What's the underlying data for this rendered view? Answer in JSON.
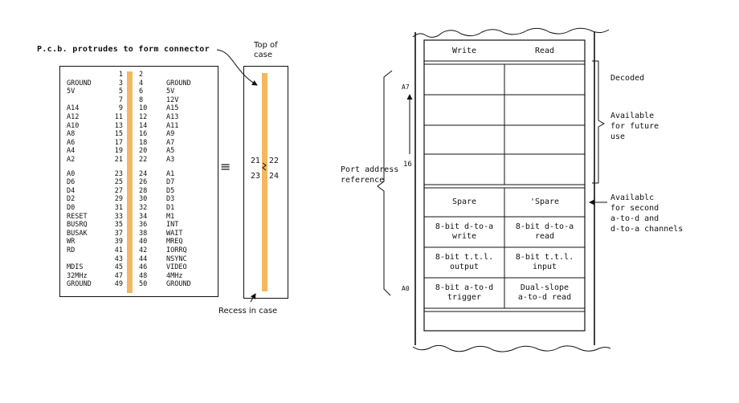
{
  "connector": {
    "callout": "P.c.b. protrudes to form connector",
    "case_top_label": "Top of\ncase",
    "recess_label": "Recess in case",
    "equiv_symbol": "≡",
    "case_pins": {
      "p21": "21",
      "p22": "22",
      "p23": "23",
      "p24": "24"
    },
    "pins": [
      {
        "ls": "",
        "ln": "1",
        "rn": "2",
        "rs": ""
      },
      {
        "ls": "GROUND",
        "ln": "3",
        "rn": "4",
        "rs": "GROUND"
      },
      {
        "ls": "5V",
        "ln": "5",
        "rn": "6",
        "rs": "5V"
      },
      {
        "ls": "",
        "ln": "7",
        "rn": "8",
        "rs": "12V"
      },
      {
        "ls": "A14",
        "ln": "9",
        "rn": "10",
        "rs": "A15"
      },
      {
        "ls": "A12",
        "ln": "11",
        "rn": "12",
        "rs": "A13"
      },
      {
        "ls": "A10",
        "ln": "13",
        "rn": "14",
        "rs": "A11"
      },
      {
        "ls": "A8",
        "ln": "15",
        "rn": "16",
        "rs": "A9"
      },
      {
        "ls": "A6",
        "ln": "17",
        "rn": "18",
        "rs": "A7"
      },
      {
        "ls": "A4",
        "ln": "19",
        "rn": "20",
        "rs": "A5"
      },
      {
        "ls": "A2",
        "ln": "21",
        "rn": "22",
        "rs": "A3"
      },
      {
        "ls": "A0",
        "ln": "23",
        "rn": "24",
        "rs": "A1"
      },
      {
        "ls": "D6",
        "ln": "25",
        "rn": "26",
        "rs": "D7"
      },
      {
        "ls": "D4",
        "ln": "27",
        "rn": "28",
        "rs": "D5"
      },
      {
        "ls": "D2",
        "ln": "29",
        "rn": "30",
        "rs": "D3"
      },
      {
        "ls": "D0",
        "ln": "31",
        "rn": "32",
        "rs": "D1"
      },
      {
        "ls": "RESET",
        "ln": "33",
        "rn": "34",
        "rs": "M1"
      },
      {
        "ls": "BUSRQ",
        "ln": "35",
        "rn": "36",
        "rs": "INT"
      },
      {
        "ls": "BUSAK",
        "ln": "37",
        "rn": "38",
        "rs": "WAIT"
      },
      {
        "ls": "WR",
        "ln": "39",
        "rn": "40",
        "rs": "MREQ"
      },
      {
        "ls": "RD",
        "ln": "41",
        "rn": "42",
        "rs": "IORRQ"
      },
      {
        "ls": "",
        "ln": "43",
        "rn": "44",
        "rs": "NSYNC"
      },
      {
        "ls": "MDIS",
        "ln": "45",
        "rn": "46",
        "rs": "VIDEO"
      },
      {
        "ls": "32MHz",
        "ln": "47",
        "rn": "48",
        "rs": "4MHz"
      },
      {
        "ls": "GROUND",
        "ln": "49",
        "rn": "50",
        "rs": "GROUND"
      }
    ]
  },
  "ports": {
    "header_write": "Write",
    "header_read": "Read",
    "rows": [
      {
        "write": "Spare",
        "read": "'Spare"
      },
      {
        "write": "8-bit d-to-a\nwrite",
        "read": "8-bit d-to-a\nread"
      },
      {
        "write": "8-bit t.t.l.\noutput",
        "read": "8-bit t.t.l.\ninput"
      },
      {
        "write": "8-bit a-to-d\ntrigger",
        "read": "Dual-slope\na-to-d read"
      }
    ],
    "decoded_label": "Decoded",
    "future_label": "Available\nfor future\nuse",
    "second_label": "Availablc\nfor second\na-to-d and\nd-to-a channels",
    "axis_label": "Port address\nreference",
    "axis_exponent": "16",
    "a7": "A7",
    "a0": "A0"
  },
  "colors": {
    "strip": "#f4b860",
    "line": "#111111"
  }
}
